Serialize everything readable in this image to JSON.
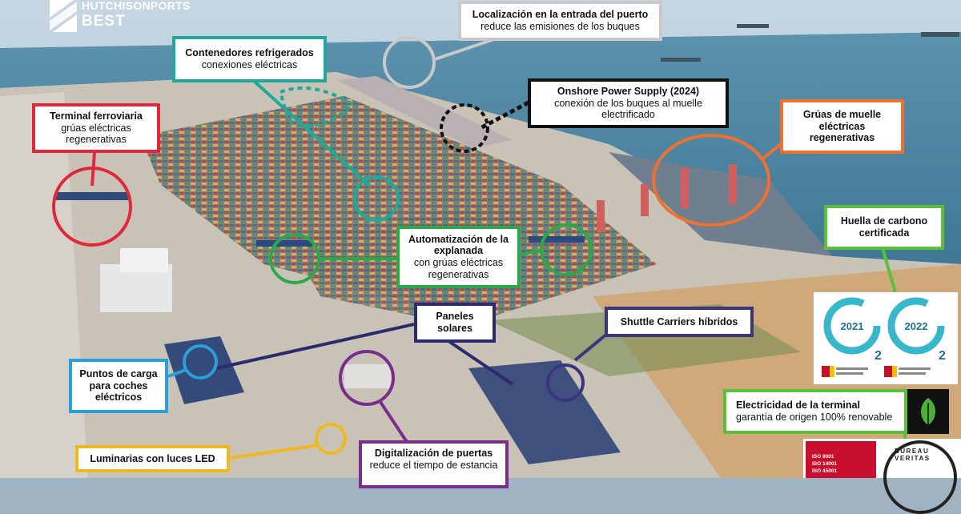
{
  "logo": {
    "line1": "HUTCHISONPORTS",
    "line2": "BEST"
  },
  "callouts": {
    "localizacion": {
      "title": "Localización en la entrada del puerto",
      "sub": "reduce las emisiones de los buques",
      "color": "#bdbdbd"
    },
    "contenedores": {
      "title": "Contenedores refrigerados",
      "sub": "conexiones eléctricas",
      "color": "#20a898"
    },
    "onshore": {
      "title": "Onshore Power Supply (2024)",
      "sub1": "conexión de los buques al muelle",
      "sub2": "electrificado",
      "color": "#111111"
    },
    "ferroviaria": {
      "title": "Terminal ferroviaria",
      "sub1": "grúas eléctricas",
      "sub2": "regenerativas",
      "color": "#e0283a"
    },
    "gruas_muelle": {
      "line1": "Grúas de muelle",
      "line2": "eléctricas",
      "line3": "regenerativas",
      "color": "#f07030"
    },
    "huella": {
      "line1": "Huella de carbono",
      "line2": "certificada",
      "color": "#5cbf3c"
    },
    "automatizacion": {
      "line1": "Automatización de la",
      "line2": "explanada",
      "sub1": "con grúas eléctricas",
      "sub2": "regenerativas",
      "color": "#2aa84a"
    },
    "paneles": {
      "line1": "Paneles",
      "line2": "solares",
      "color": "#2e2a6e"
    },
    "shuttle": {
      "title": "Shuttle Carriers híbridos",
      "color": "#3a3580"
    },
    "puntos": {
      "line1": "Puntos de carga",
      "line2": "para coches",
      "line3": "eléctricos",
      "color": "#2aa0d8"
    },
    "electricidad": {
      "title": "Electricidad de la terminal",
      "sub": "garantía de origen 100% renovable",
      "color": "#5cbf3c"
    },
    "luminarias": {
      "title": "Luminarias con luces LED",
      "color": "#f0b820"
    },
    "digitalizacion": {
      "title": "Digitalización de puertas",
      "sub": "reduce el tiempo de estancia",
      "color": "#7a2d8c"
    }
  },
  "cert": {
    "year1": "2021",
    "year2": "2022"
  },
  "iso": {
    "a": "ISO 9001",
    "b": "ISO 14001",
    "c": "ISO 45001"
  },
  "bv_seal": "BUREAU VERITAS"
}
